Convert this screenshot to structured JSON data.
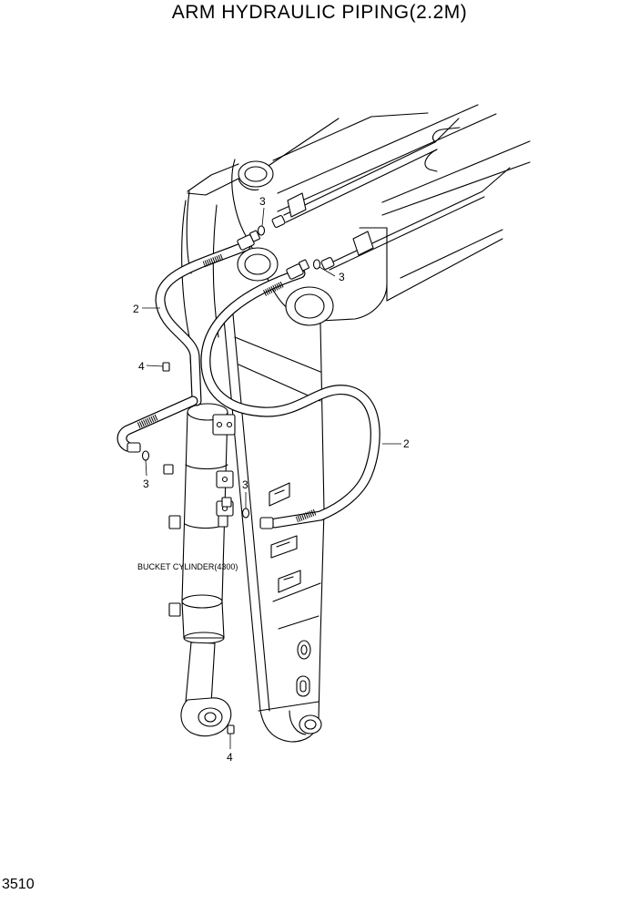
{
  "title": "ARM HYDRAULIC PIPING(2.2M)",
  "page_number": "3510",
  "labels": {
    "bucket_cylinder": "BUCKET CYLINDER(4300)"
  },
  "callouts": [
    {
      "id": "callout-hose-left",
      "text": "2"
    },
    {
      "id": "callout-hose-right",
      "text": "2"
    },
    {
      "id": "callout-oring-top",
      "text": "3"
    },
    {
      "id": "callout-oring-upper-right",
      "text": "3"
    },
    {
      "id": "callout-oring-left",
      "text": "3"
    },
    {
      "id": "callout-oring-middle",
      "text": "3"
    },
    {
      "id": "callout-grease-top",
      "text": "4"
    },
    {
      "id": "callout-grease-bottom",
      "text": "4"
    }
  ]
}
